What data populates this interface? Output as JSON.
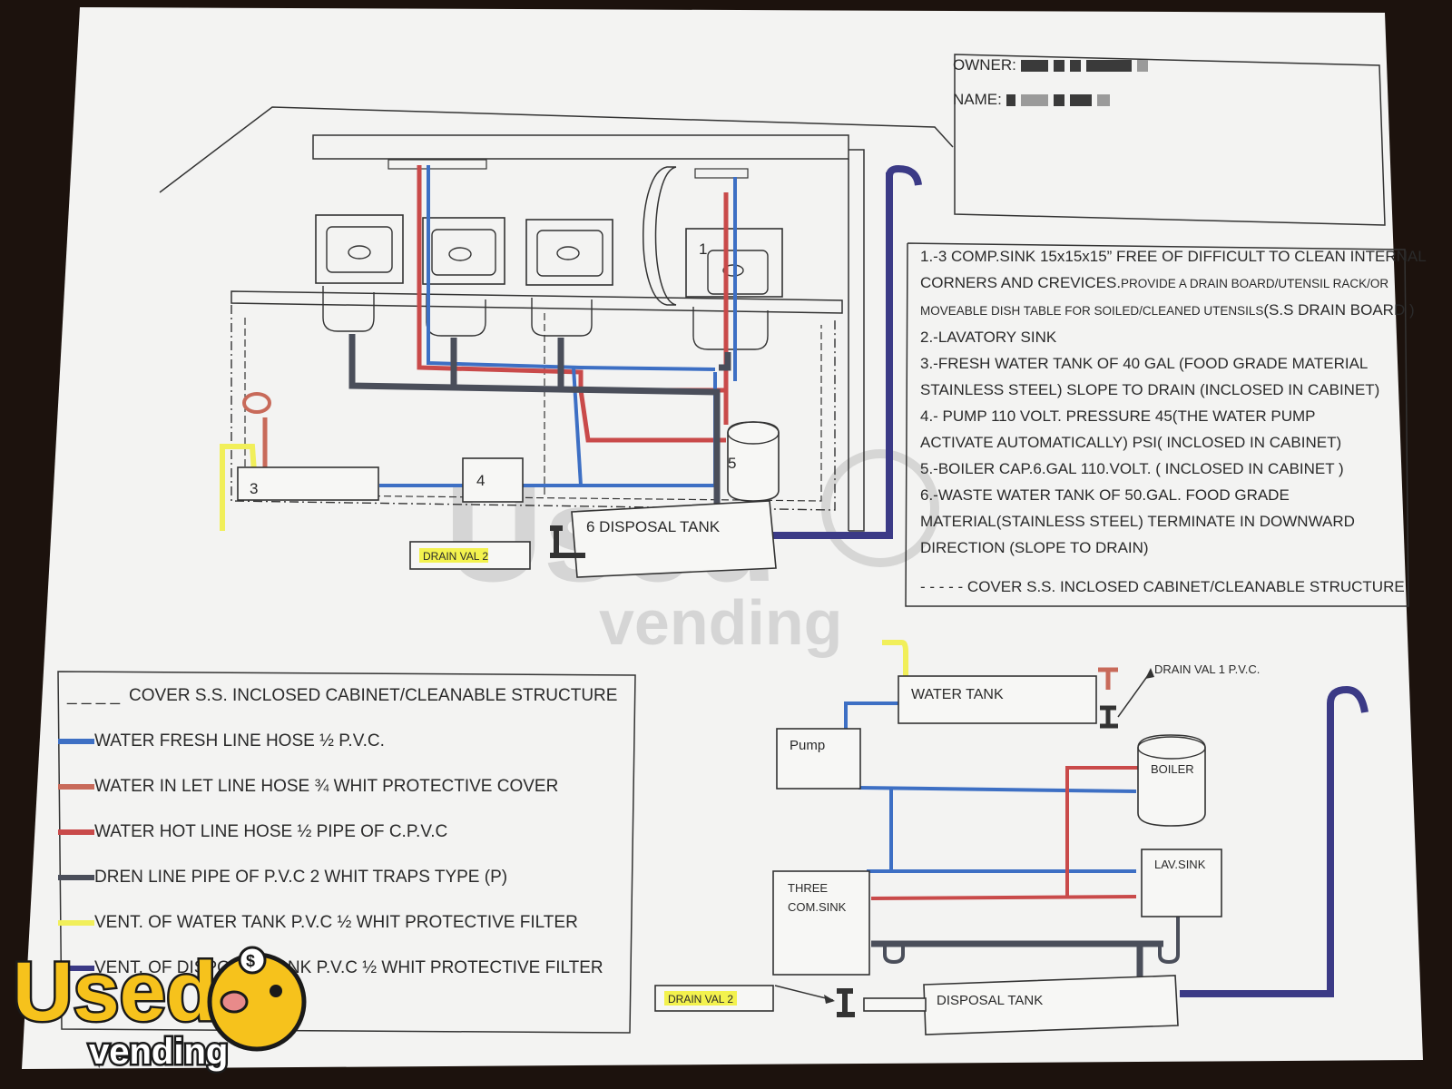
{
  "owner_box": {
    "owner_label": "OWNER:",
    "name_label": "NAME:"
  },
  "notes": {
    "line1a": "1.-3 COMP.SINK 15x15x15” FREE OF DIFFICULT  TO CLEAN INTERNAL",
    "line1b": "CORNERS AND CREVICES.",
    "line1b_small": "PROVIDE A DRAIN BOARD/UTENSIL RACK/OR",
    "line1c_small": "MOVEABLE DISH TABLE FOR SOILED/CLEANED UTENSILS",
    "line1c": "(S.S DRAIN BOARD  )",
    "line2": "2.-LAVATORY SINK",
    "line3a": "3.-FRESH WATER TANK OF 40 GAL (FOOD GRADE MATERIAL",
    "line3b": "STAINLESS STEEL) SLOPE TO DRAIN (INCLOSED IN CABINET)",
    "line4a": "4.- PUMP 110 VOLT. PRESSURE 45(THE WATER PUMP",
    "line4b": "ACTIVATE AUTOMATICALLY) PSI( INCLOSED IN CABINET)",
    "line5": "5.-BOILER CAP.6.GAL 110.VOLT. ( INCLOSED IN CABINET )",
    "line6a": "6.-WASTE WATER TANK OF 50.GAL. FOOD GRADE",
    "line6b": "MATERIAL(STAINLESS STEEL) TERMINATE IN DOWNWARD",
    "line6c": "DIRECTION (SLOPE TO DRAIN)",
    "cover": "- - - - - COVER S.S.  INCLOSED CABINET/CLEANABLE  STRUCTURE"
  },
  "top_diagram": {
    "label_1": "1",
    "label_3": "3",
    "label_4": "4",
    "label_5": "5",
    "disposal_tank": "6 DISPOSAL TANK",
    "drain_val": "DRAIN VAL 2"
  },
  "legend": {
    "items": [
      {
        "text": "COVER S.S. INCLOSED CABINET/CLEANABLE  STRUCTURE",
        "prefix": "_ _ _ _ "
      },
      {
        "text": "WATER FRESH LINE HOSE ½ P.V.C.",
        "color": "#3d6fc4"
      },
      {
        "text": "WATER IN LET LINE HOSE  ¾   WHIT PROTECTIVE COVER",
        "color": "#c86a5a"
      },
      {
        "text": "WATER HOT LINE HOSE ½  PIPE OF C.P.V.C",
        "color": "#c94a4a"
      },
      {
        "text": "DREN LINE PIPE OF P.V.C   2 WHIT TRAPS TYPE (P)",
        "color": "#4a4e5a"
      },
      {
        "text": "VENT. OF WATER TANK P.V.C ½ WHIT PROTECTIVE FILTER",
        "color": "#f1ef5a"
      },
      {
        "text": "VENT. OF DISPOSAL TANK P.V.C ½  WHIT PROTECTIVE FILTER",
        "color": "#3b3a86"
      }
    ]
  },
  "bottom_diagram": {
    "water_tank": "WATER TANK",
    "drain_val_1": "DRAIN VAL  1 P.V.C.",
    "pump": "Pump",
    "boiler": "BOILER",
    "lav_sink": "LAV.SINK",
    "three_com_sink_1": "THREE",
    "three_com_sink_2": "COM.SINK",
    "disposal_tank": "DISPOSAL TANK",
    "drain_val_2": "DRAIN VAL 2"
  },
  "watermark": {
    "word1": "Used",
    "word2": "vending"
  },
  "logo": {
    "word1": "Used",
    "word2": "vending",
    "symbol": "$"
  },
  "colors": {
    "fresh": "#3d6fc4",
    "inlet": "#c86a5a",
    "hot": "#c94a4a",
    "drain": "#4a4e5a",
    "vent_water": "#f1ef5a",
    "vent_disposal": "#3b3a86"
  }
}
